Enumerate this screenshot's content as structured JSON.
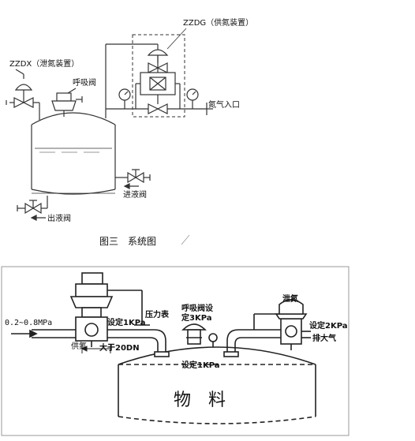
{
  "top_diagram": {
    "zzdg_label": "ZZDG（供氮装置）",
    "zzdx_label": "ZZDX（泄氮装置）",
    "breather_valve": "呼吸阀",
    "nitrogen_inlet": "氮气入口",
    "inlet_valve": "进液阀",
    "outlet_valve": "出液阀",
    "caption": "图三　系统图"
  },
  "bottom_diagram": {
    "pressure_range": "0.2~0.8MPa",
    "supply_label": "供氮",
    "pipe_size": "大于20DN",
    "set_supply": "设定1KPa",
    "pressure_gauge": "压力表",
    "breather_set_1": "呼吸阀设",
    "breather_set_2": "定3KPa",
    "vent_label": "泄氮",
    "set_vent": "设定2KPa",
    "exhaust": "排大气",
    "tank_set": "设定1KPa",
    "material": "物　料"
  }
}
